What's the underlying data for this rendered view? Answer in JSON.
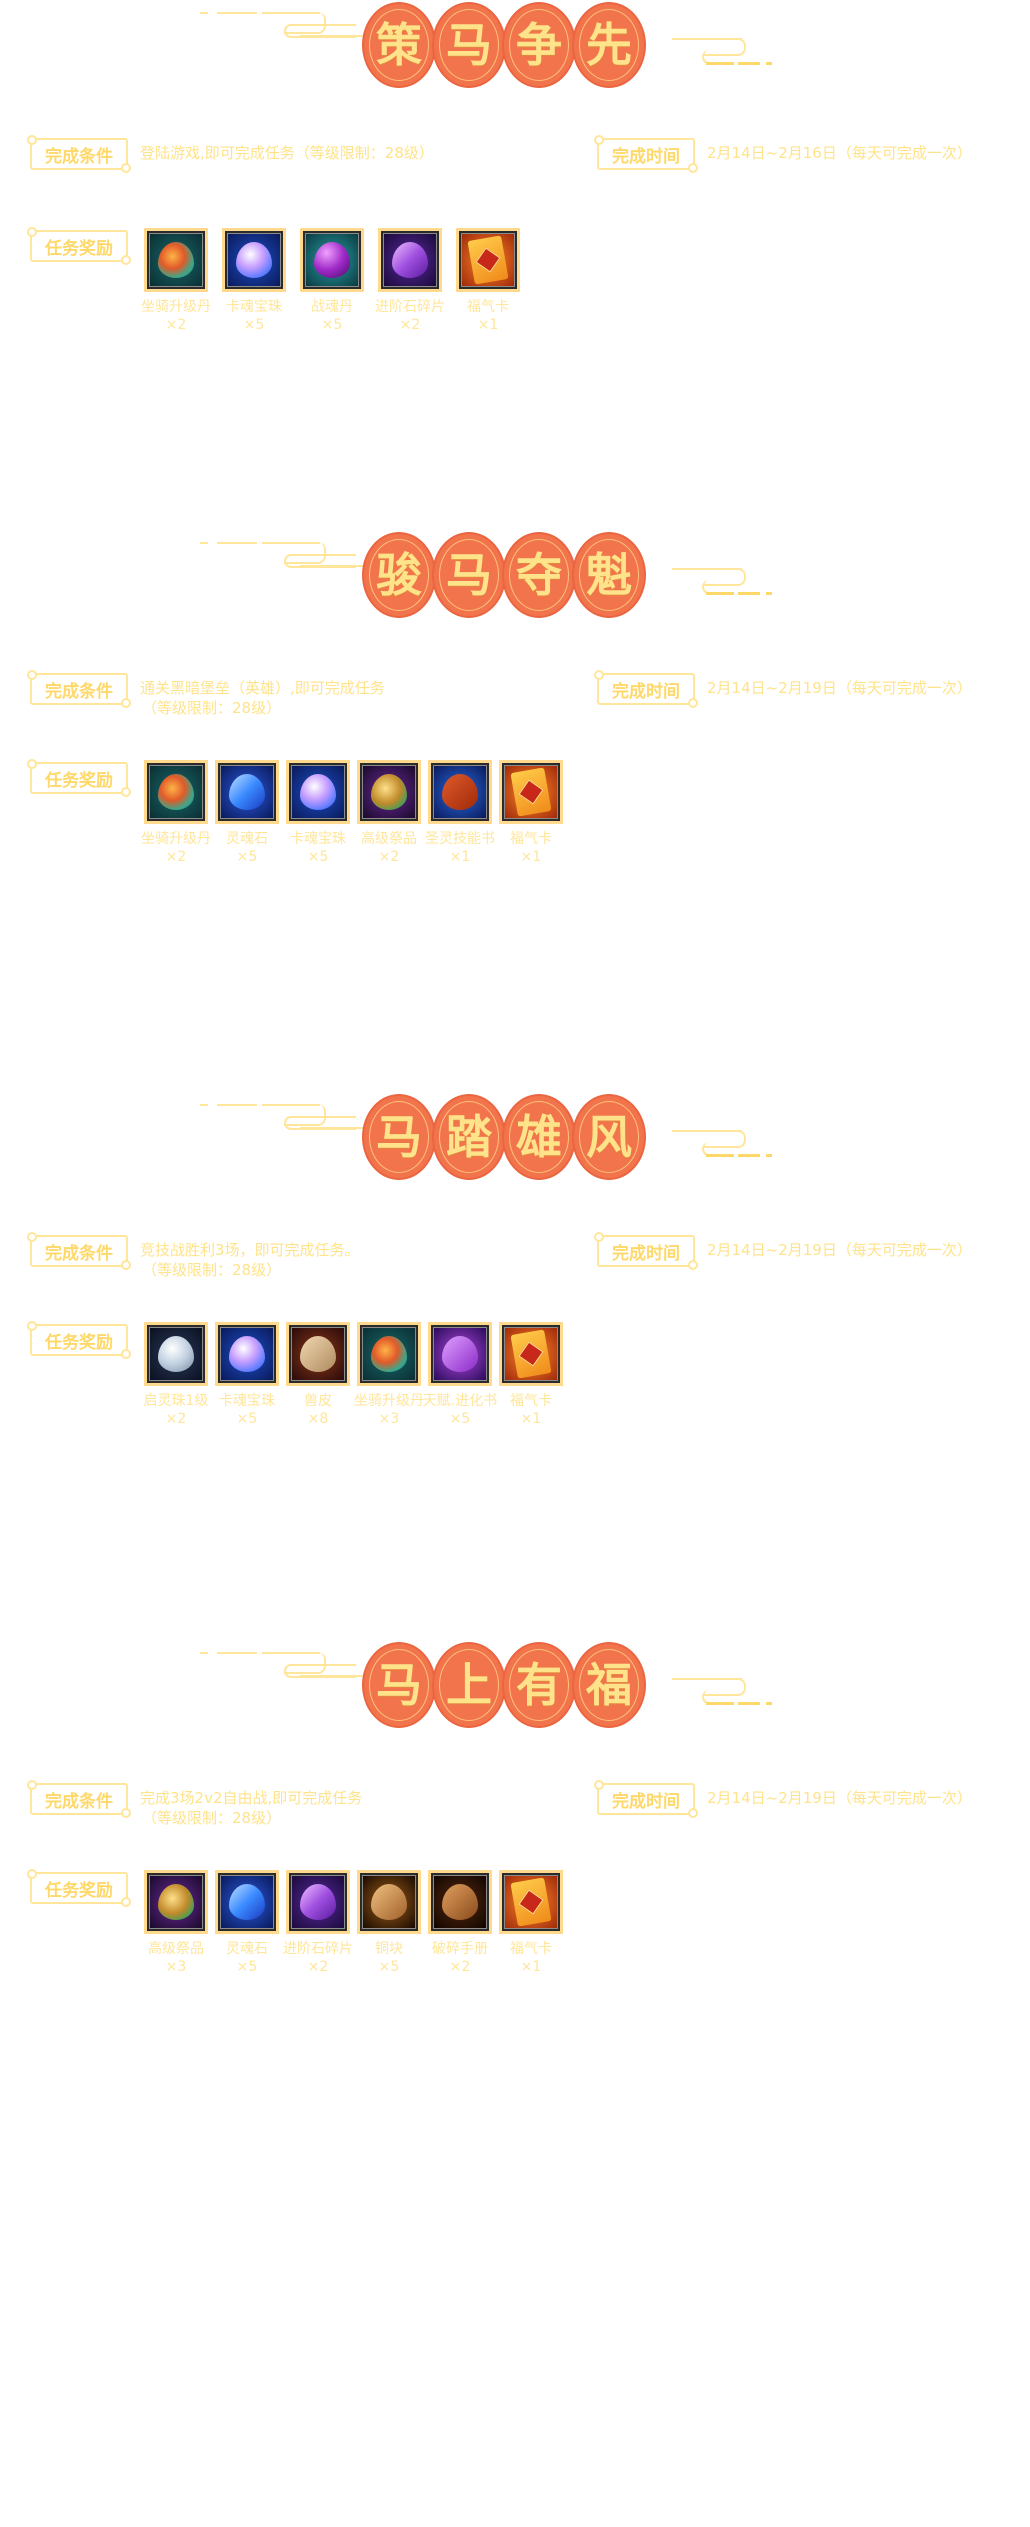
{
  "labels": {
    "condition": "完成条件",
    "time": "完成时间",
    "reward": "任务奖励"
  },
  "colors": {
    "coin": "#f2744c",
    "coin_text": "#ffe38a",
    "text": "#ffe69a",
    "frame": "#ffd98e"
  },
  "sections": [
    {
      "title": [
        "策",
        "马",
        "争",
        "先"
      ],
      "condition": [
        "登陆游戏,即可完成任务（等级限制：28级）"
      ],
      "time": "2月14日~2月16日（每天可完成一次）",
      "rewards": [
        {
          "name": "坐骑升级丹",
          "qty": "×2",
          "icon": "mount-pill-icon"
        },
        {
          "name": "卡魂宝珠",
          "qty": "×5",
          "icon": "card-soul-orb-icon"
        },
        {
          "name": "战魂丹",
          "qty": "×5",
          "icon": "battle-soul-pill-icon"
        },
        {
          "name": "进阶石碎片",
          "qty": "×2",
          "icon": "advance-stone-shard-icon"
        },
        {
          "name": "福气卡",
          "qty": "×1",
          "icon": "fortune-card-icon"
        }
      ]
    },
    {
      "title": [
        "骏",
        "马",
        "夺",
        "魁"
      ],
      "condition": [
        "通关黑暗堡垒（英雄）,即可完成任务",
        "（等级限制：28级）"
      ],
      "time": "2月14日~2月19日（每天可完成一次）",
      "rewards": [
        {
          "name": "坐骑升级丹",
          "qty": "×2",
          "icon": "mount-pill-icon"
        },
        {
          "name": "灵魂石",
          "qty": "×5",
          "icon": "soul-stone-icon"
        },
        {
          "name": "卡魂宝珠",
          "qty": "×5",
          "icon": "card-soul-orb-icon"
        },
        {
          "name": "高级祭品",
          "qty": "×2",
          "icon": "offering-icon"
        },
        {
          "name": "圣灵技能书",
          "qty": "×1",
          "icon": "skill-book-icon"
        },
        {
          "name": "福气卡",
          "qty": "×1",
          "icon": "fortune-card-icon"
        }
      ]
    },
    {
      "title": [
        "马",
        "踏",
        "雄",
        "风"
      ],
      "condition": [
        "竞技战胜利3场，即可完成任务。",
        "（等级限制：28级）"
      ],
      "time": "2月14日~2月19日（每天可完成一次）",
      "rewards": [
        {
          "name": "启灵珠1级",
          "qty": "×2",
          "icon": "spirit-pearl-icon"
        },
        {
          "name": "卡魂宝珠",
          "qty": "×5",
          "icon": "card-soul-orb-icon"
        },
        {
          "name": "兽皮",
          "qty": "×8",
          "icon": "beast-hide-icon"
        },
        {
          "name": "坐骑升级丹",
          "qty": "×3",
          "icon": "mount-pill-icon"
        },
        {
          "name": "天赋.进化书",
          "qty": "×5",
          "icon": "evolution-book-icon"
        },
        {
          "name": "福气卡",
          "qty": "×1",
          "icon": "fortune-card-icon"
        }
      ]
    },
    {
      "title": [
        "马",
        "上",
        "有",
        "福"
      ],
      "condition": [
        "完成3场2v2自由战,即可完成任务",
        "（等级限制：28级）"
      ],
      "time": "2月14日~2月19日（每天可完成一次）",
      "rewards": [
        {
          "name": "高级祭品",
          "qty": "×3",
          "icon": "offering-icon"
        },
        {
          "name": "灵魂石",
          "qty": "×5",
          "icon": "soul-stone-icon"
        },
        {
          "name": "进阶石碎片",
          "qty": "×2",
          "icon": "advance-stone-shard-icon"
        },
        {
          "name": "铜块",
          "qty": "×5",
          "icon": "copper-ingot-icon"
        },
        {
          "name": "破碎手册",
          "qty": "×2",
          "icon": "broken-manual-icon"
        },
        {
          "name": "福气卡",
          "qty": "×1",
          "icon": "fortune-card-icon"
        }
      ]
    }
  ]
}
